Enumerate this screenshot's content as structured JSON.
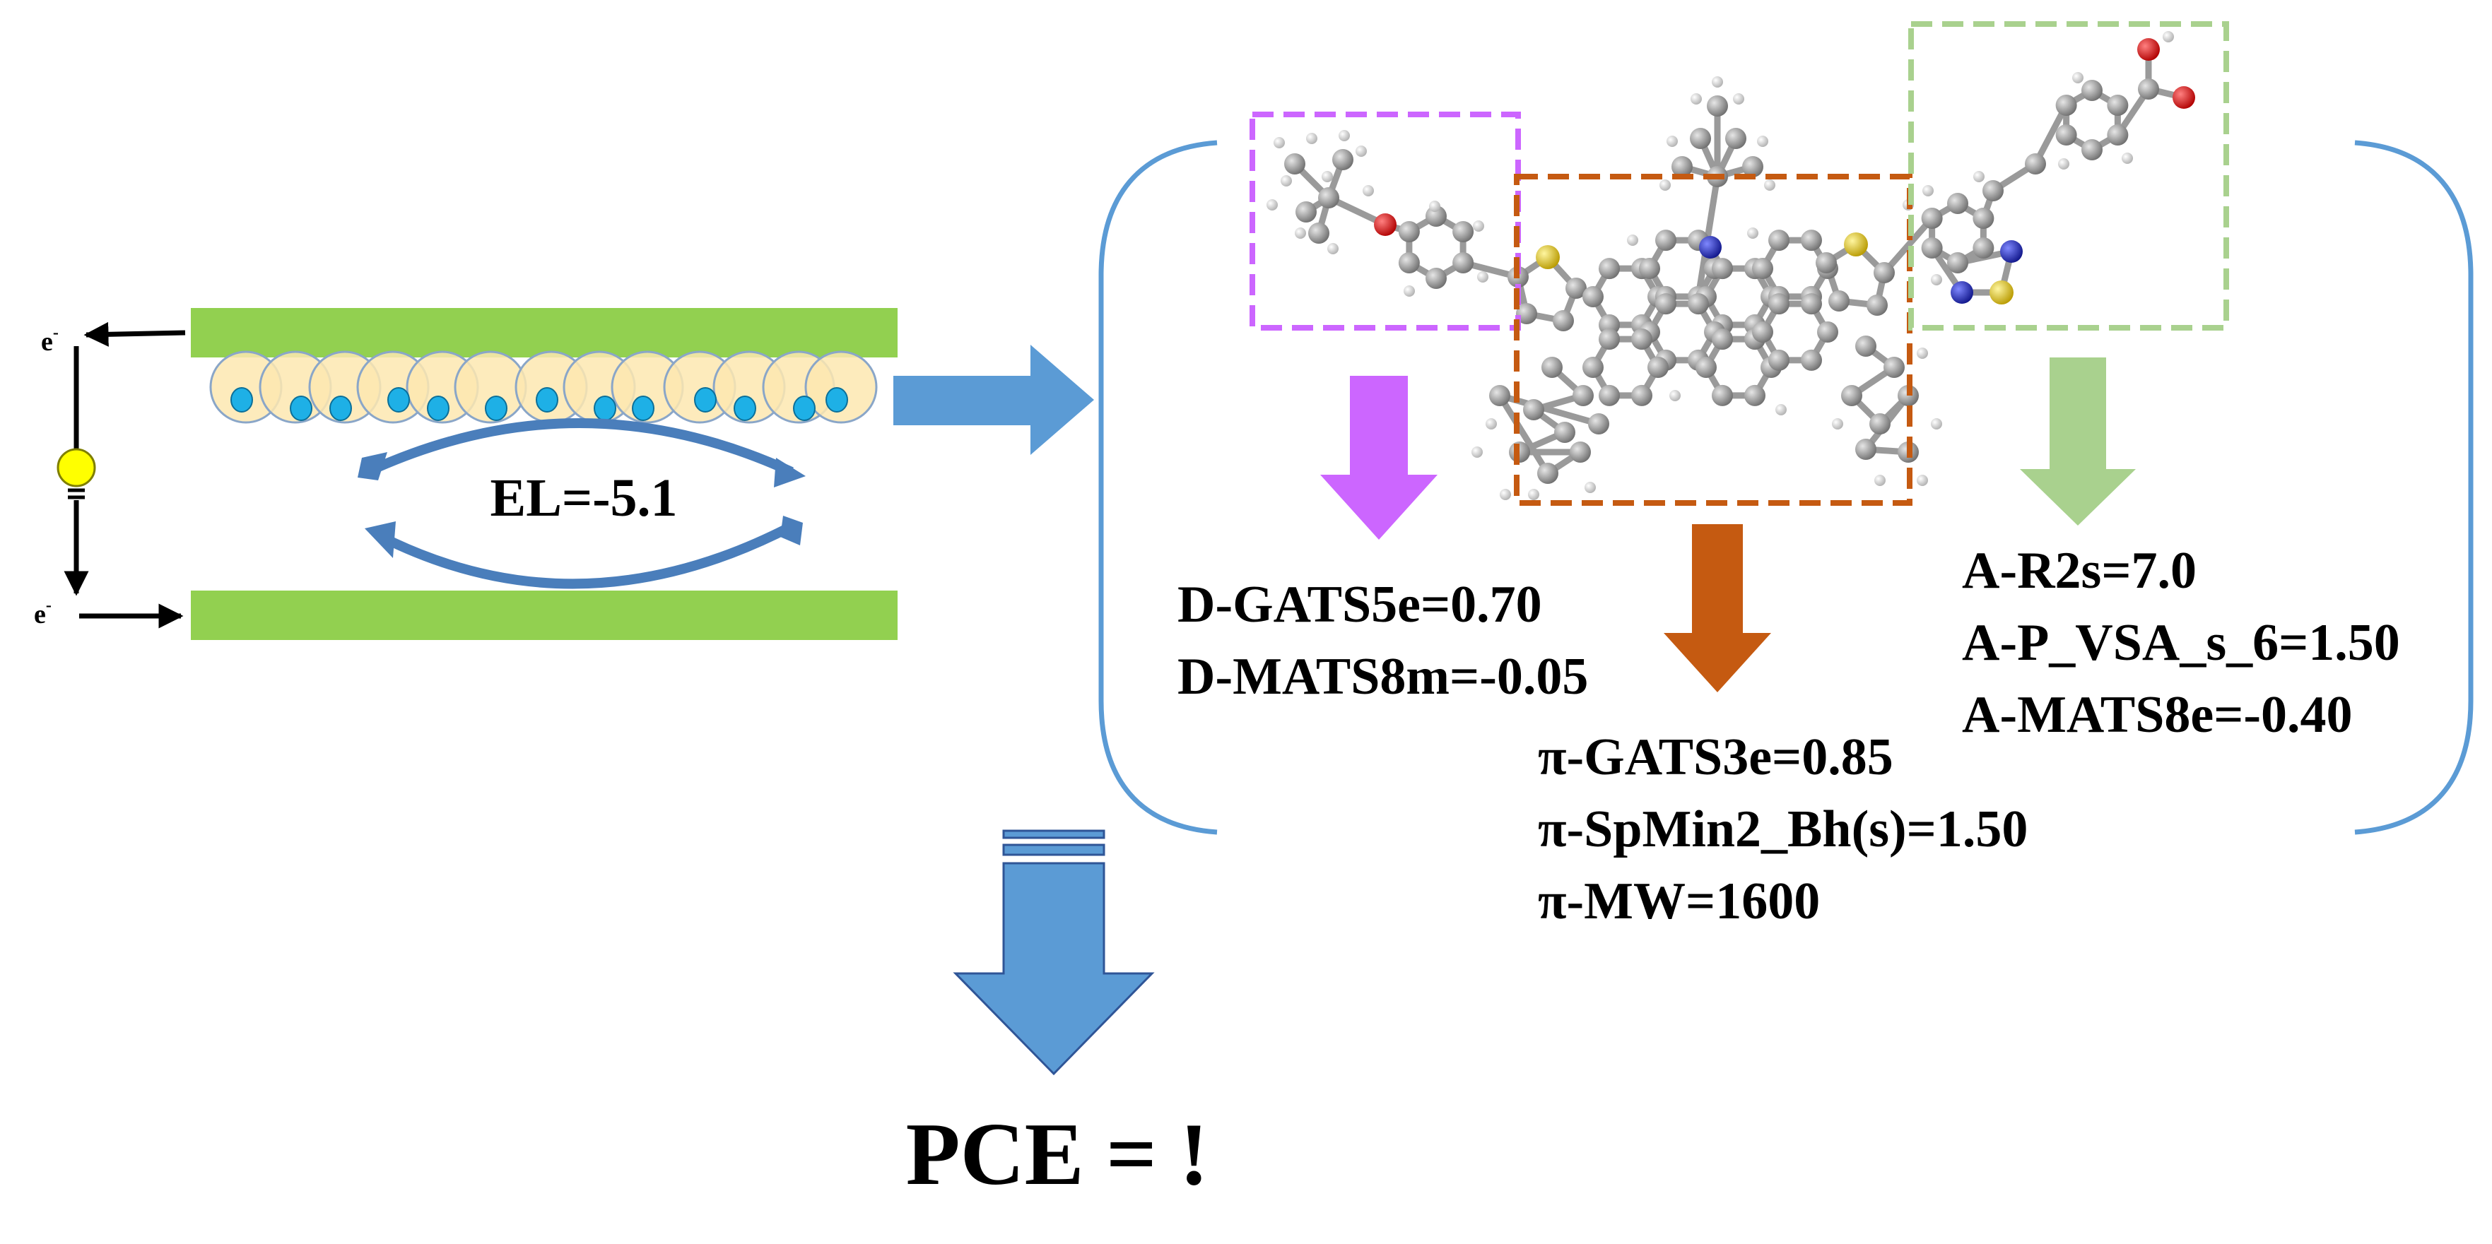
{
  "labels": {
    "electron": "e",
    "electron_sup": "-",
    "energy_level": "EL=-5.1",
    "pce": "PCE = !"
  },
  "donor_descriptors": [
    "D-GATS5e=0.70",
    "D-MATS8m=-0.05"
  ],
  "pi_descriptors": [
    "π-GATS3e=0.85",
    "π-SpMin2_Bh(s)=1.50",
    "π-MW=1600"
  ],
  "acceptor_descriptors": [
    "A-R2s=7.0",
    "A-P_VSA_s_6=1.50",
    "A-MATS8e=-0.40"
  ],
  "colors": {
    "electrode": "#92d050",
    "dye_particle": "#fde8b0",
    "electron_dot": "#1eb0e6",
    "main_arrow": "#5b9bd5",
    "bracket": "#5b9bd5",
    "donor": "#cc66ff",
    "pi_bridge": "#c55a11",
    "acceptor": "#a9d18e",
    "atom_carbon": "#8c8c8c",
    "atom_hydrogen": "#d9d9d9",
    "atom_oxygen": "#e00000",
    "atom_nitrogen": "#1a24c8",
    "atom_sulfur": "#f2d000",
    "bulb": "#ffff00"
  }
}
